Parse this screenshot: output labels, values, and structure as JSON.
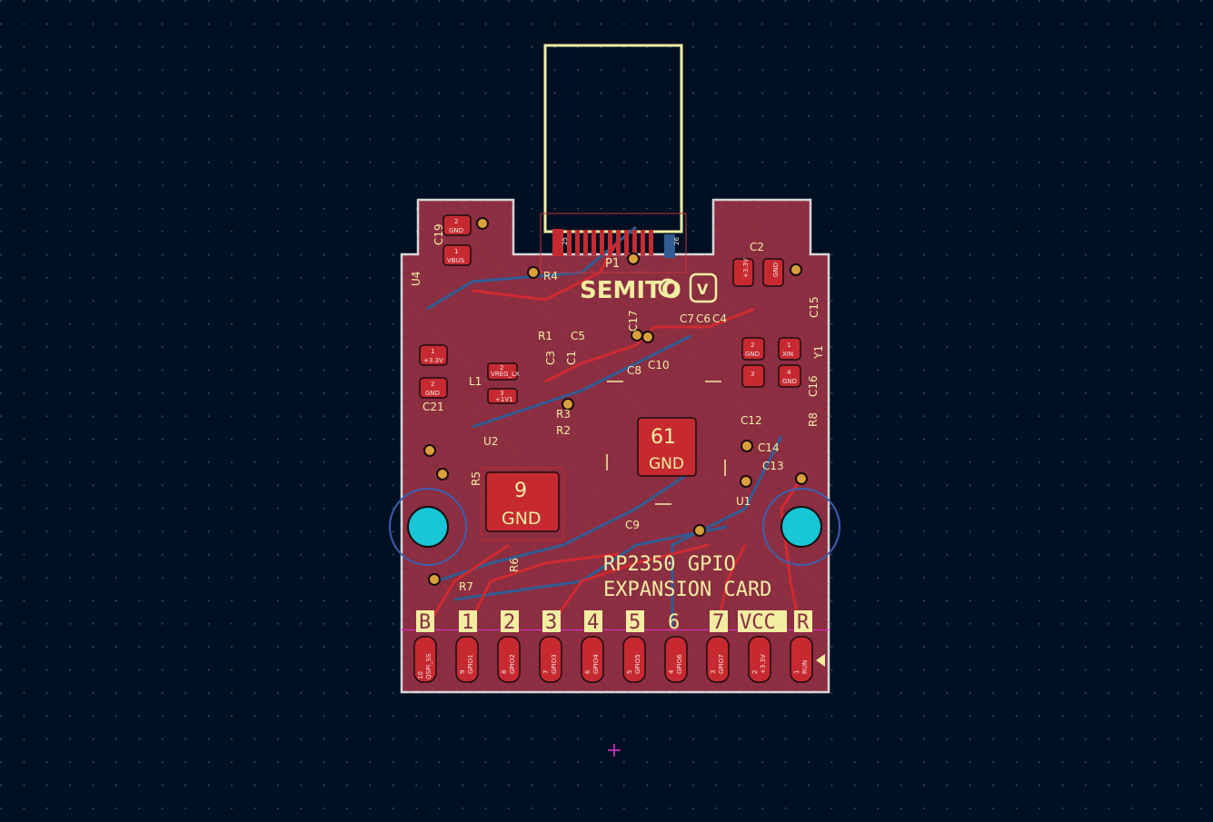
{
  "board": {
    "title_line1": "RP2350 GPIO",
    "title_line2": "EXPANSION CARD",
    "logo": "SEMITO",
    "logo_badge": "V"
  },
  "connector": {
    "ref": "P1",
    "end_pins": [
      "25",
      "26"
    ]
  },
  "designators": [
    "C19",
    "U4",
    "R4",
    "C2",
    "C15",
    "R1",
    "C5",
    "C17",
    "C7",
    "C6",
    "C4",
    "C3",
    "C1",
    "C8",
    "C10",
    "L1",
    "C21",
    "R3",
    "R2",
    "U2",
    "R5",
    "R6",
    "R7",
    "C9",
    "U1",
    "C12",
    "C14",
    "C13",
    "R8",
    "C16",
    "Y1"
  ],
  "big_pads": [
    {
      "number": "61",
      "net": "GND"
    },
    {
      "number": "9",
      "net": "GND"
    }
  ],
  "small_pads": [
    {
      "number": "2",
      "net": "GND"
    },
    {
      "number": "1",
      "net": "VBUS"
    },
    {
      "number": "1",
      "net": "+3.3V"
    },
    {
      "number": "2",
      "net": "GND"
    },
    {
      "number": "1",
      "net": "+3.3V"
    },
    {
      "number": "2",
      "net": "GND"
    },
    {
      "number": "2",
      "net": "GND"
    },
    {
      "number": "1",
      "net": "XIN"
    },
    {
      "number": "3",
      "net": ""
    },
    {
      "number": "4",
      "net": "GND"
    },
    {
      "number": "2",
      "net": "VREG_LX"
    },
    {
      "number": "3",
      "net": "+1V1"
    }
  ],
  "edge_labels": [
    "B",
    "1",
    "2",
    "3",
    "4",
    "5",
    "6",
    "7",
    "VCC",
    "R"
  ],
  "edge_pins": [
    {
      "number": "10",
      "net": "QSPI_SS"
    },
    {
      "number": "9",
      "net": "GPIO1"
    },
    {
      "number": "8",
      "net": "GPIO2"
    },
    {
      "number": "7",
      "net": "GPIO3"
    },
    {
      "number": "6",
      "net": "GPIO4"
    },
    {
      "number": "5",
      "net": "GPIO5"
    },
    {
      "number": "4",
      "net": "GPIO6"
    },
    {
      "number": "3",
      "net": "GPIO7"
    },
    {
      "number": "2",
      "net": "+3.3V"
    },
    {
      "number": "1",
      "net": "RUN"
    }
  ],
  "colors": {
    "background": "#001023",
    "board": "#8a2e42",
    "copper_front": "#c62a30",
    "copper_back": "#2f5d94",
    "silkscreen": "#f2eda1",
    "hole": "#18c6d6"
  }
}
